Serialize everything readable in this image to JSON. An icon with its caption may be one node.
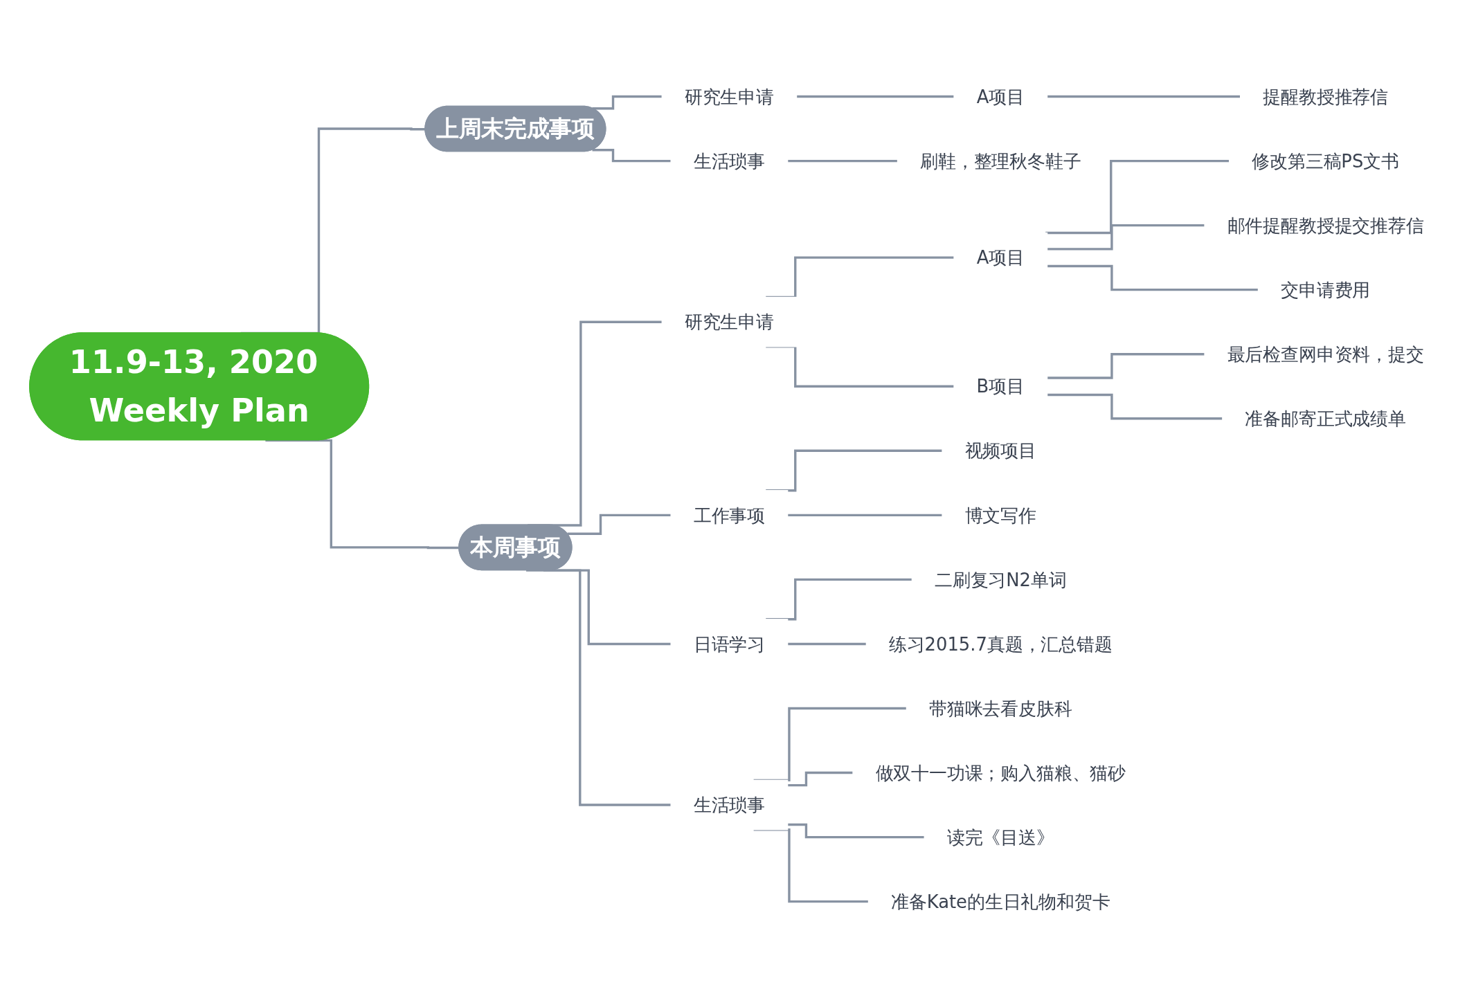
{
  "diagram": {
    "nodes": [
      {
        "text": [
          "11.9-13, 2020 Weekly Plan"
        ]
      },
      {
        "text": [
          "上周末完成事项"
        ]
      },
      {
        "text": [
          "研究生申请"
        ]
      },
      {
        "text": [
          "A项目"
        ]
      },
      {
        "text": [
          "提醒教授推荐信"
        ]
      },
      {
        "text": [
          "生活琐事"
        ]
      },
      {
        "text": [
          "刷鞋，整理秋冬鞋子"
        ]
      },
      {
        "text": [
          "本周事项"
        ]
      },
      {
        "text": [
          "研究生申请"
        ]
      },
      {
        "text": [
          "A项目"
        ]
      },
      {
        "text": [
          "修改第三稿PS文书"
        ]
      },
      {
        "text": [
          "邮件提醒教授提交推荐信"
        ]
      },
      {
        "text": [
          "交申请费用"
        ]
      },
      {
        "text": [
          "B项目"
        ]
      },
      {
        "text": [
          "最后检查网申资料，提交"
        ]
      },
      {
        "text": [
          "准备邮寄正式成绩单"
        ]
      },
      {
        "text": [
          "工作事项"
        ]
      },
      {
        "text": [
          "视频项目"
        ]
      },
      {
        "text": [
          "博文写作"
        ]
      },
      {
        "text": [
          "日语学习"
        ]
      },
      {
        "text": [
          "二刷复习N2单词"
        ]
      },
      {
        "text": [
          "练习2015.7真题，汇总错题"
        ]
      },
      {
        "text": [
          "生活琐事"
        ]
      },
      {
        "text": [
          "带猫咪去看皮肤科"
        ]
      },
      {
        "text": [
          "做双十一功课；购入猫粮、猫砂"
        ]
      },
      {
        "text": [
          "读完《目送》"
        ]
      },
      {
        "text": [
          "准备Kate的生日礼物和贺卡"
        ]
      }
    ],
    "edges": [
      {
        "from": 0,
        "to": 1,
        "arrow": "none"
      },
      {
        "from": 1,
        "to": 2,
        "arrow": "none"
      },
      {
        "from": 2,
        "to": 3,
        "arrow": "none"
      },
      {
        "from": 3,
        "to": 4,
        "arrow": "none"
      },
      {
        "from": 1,
        "to": 5,
        "arrow": "none"
      },
      {
        "from": 5,
        "to": 6,
        "arrow": "none"
      },
      {
        "from": 0,
        "to": 7,
        "arrow": "none"
      },
      {
        "from": 7,
        "to": 8,
        "arrow": "none"
      },
      {
        "from": 8,
        "to": 9,
        "arrow": "none"
      },
      {
        "from": 9,
        "to": 10,
        "arrow": "none"
      },
      {
        "from": 9,
        "to": 11,
        "arrow": "none"
      },
      {
        "from": 9,
        "to": 12,
        "arrow": "none"
      },
      {
        "from": 8,
        "to": 13,
        "arrow": "none"
      },
      {
        "from": 13,
        "to": 14,
        "arrow": "none"
      },
      {
        "from": 13,
        "to": 15,
        "arrow": "none"
      },
      {
        "from": 7,
        "to": 16,
        "arrow": "none"
      },
      {
        "from": 16,
        "to": 17,
        "arrow": "none"
      },
      {
        "from": 16,
        "to": 18,
        "arrow": "none"
      },
      {
        "from": 7,
        "to": 19,
        "arrow": "none"
      },
      {
        "from": 19,
        "to": 20,
        "arrow": "none"
      },
      {
        "from": 19,
        "to": 21,
        "arrow": "none"
      },
      {
        "from": 7,
        "to": 22,
        "arrow": "none"
      },
      {
        "from": 22,
        "to": 23,
        "arrow": "none"
      },
      {
        "from": 22,
        "to": 24,
        "arrow": "none"
      },
      {
        "from": 22,
        "to": 25,
        "arrow": "none"
      },
      {
        "from": 22,
        "to": 26,
        "arrow": "none"
      }
    ]
  }
}
